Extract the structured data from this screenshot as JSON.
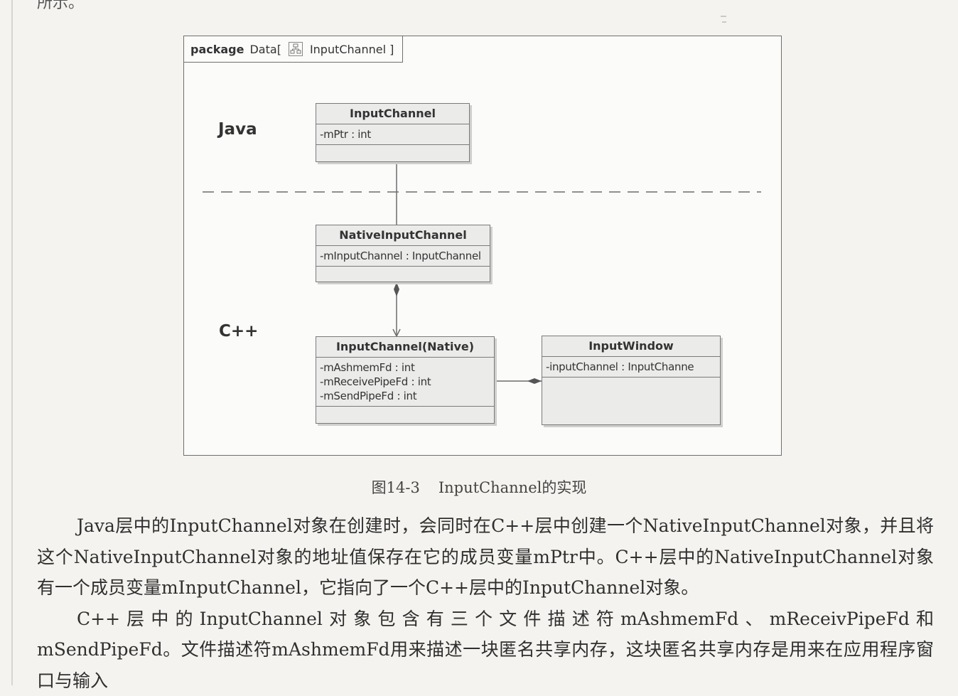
{
  "page": {
    "top_fragment": "所示。"
  },
  "diagram": {
    "package_tab": {
      "keyword": "package",
      "name": "Data",
      "open_bracket": "[",
      "element": "InputChannel",
      "close_bracket": "]",
      "icon": "class-diagram-icon"
    },
    "layers": {
      "java": "Java",
      "cpp": "C++"
    },
    "classes": {
      "java_input_channel": {
        "name": "InputChannel",
        "attributes": [
          "-mPtr : int"
        ]
      },
      "native_input_channel": {
        "name": "NativeInputChannel",
        "attributes": [
          "-mInputChannel : InputChannel"
        ]
      },
      "input_channel_native": {
        "name": "InputChannel(Native)",
        "attributes": [
          "-mAshmemFd : int",
          "-mReceivePipeFd : int",
          "-mSendPipeFd : int"
        ]
      },
      "input_window": {
        "name": "InputWindow",
        "attributes": [
          "-inputChannel : InputChanne"
        ]
      }
    }
  },
  "caption": {
    "number": "图14-3",
    "title": "InputChannel的实现"
  },
  "paragraphs": [
    "Java层中的InputChannel对象在创建时，会同时在C++层中创建一个NativeInputChannel对象，并且将这个NativeInputChannel对象的地址值保存在它的成员变量mPtr中。C++层中的NativeInputChannel对象有一个成员变量mInputChannel，它指向了一个C++层中的InputChannel对象。",
    "C++层中的InputChannel对象包含有三个文件描述符mAshmemFd、mReceivPipeFd和mSendPipeFd。文件描述符mAshmemFd用来描述一块匿名共享内存，这块匿名共享内存是用来在应用程序窗口与输入"
  ]
}
